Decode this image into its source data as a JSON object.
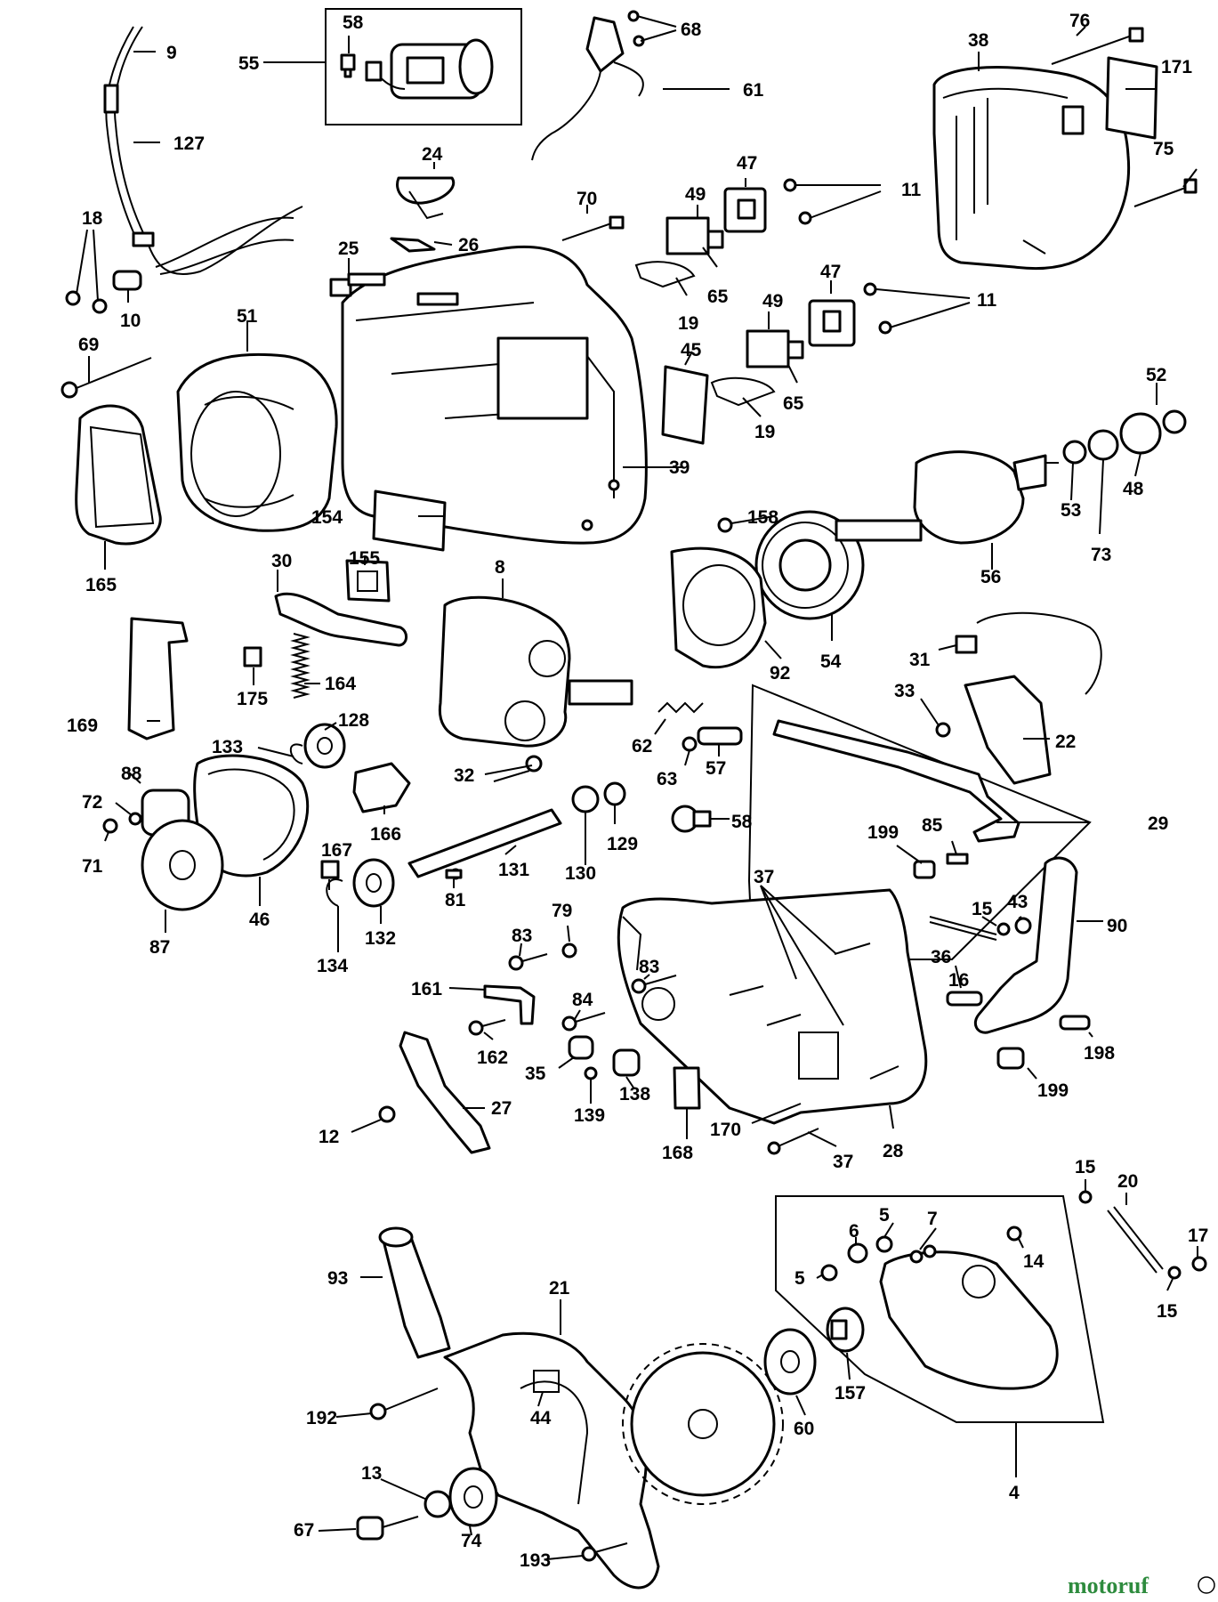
{
  "watermark": {
    "text": "motoruf",
    "color": "#2e8b3e"
  },
  "callouts": {
    "c9": "9",
    "c127": "127",
    "c58a": "58",
    "c55": "55",
    "c68": "68",
    "c61": "61",
    "c76": "76",
    "c38": "38",
    "c171": "171",
    "c75": "75",
    "c24": "24",
    "c47a": "47",
    "c11a": "11",
    "c70": "70",
    "c49a": "49",
    "c18": "18",
    "c10": "10",
    "c25": "25",
    "c26": "26",
    "c65a": "65",
    "c19a": "19",
    "c47b": "47",
    "c11b": "11",
    "c49b": "49",
    "c51": "51",
    "c69": "69",
    "c45": "45",
    "c65b": "65",
    "c19b": "19",
    "c52": "52",
    "c39": "39",
    "c53": "53",
    "c73": "73",
    "c48": "48",
    "c154": "154",
    "c158": "158",
    "c165": "165",
    "c56": "56",
    "c30": "30",
    "c155": "155",
    "c8": "8",
    "c92": "92",
    "c54": "54",
    "c31": "31",
    "c164": "164",
    "c175": "175",
    "c33": "33",
    "c22": "22",
    "c169": "169",
    "c133": "133",
    "c128": "128",
    "c62": "62",
    "c63": "63",
    "c57": "57",
    "c88": "88",
    "c72": "72",
    "c71": "71",
    "c32": "32",
    "c29": "29",
    "c58b": "58",
    "c199a": "199",
    "c85": "85",
    "c166": "166",
    "c167": "167",
    "c131": "131",
    "c130": "130",
    "c129": "129",
    "c81": "81",
    "c87": "87",
    "c46": "46",
    "c132": "132",
    "c134": "134",
    "c37a": "37",
    "c15a": "15",
    "c43": "43",
    "c90": "90",
    "c79": "79",
    "c83a": "83",
    "c83b": "83",
    "c36": "36",
    "c161": "161",
    "c84": "84",
    "c16": "16",
    "c198": "198",
    "c162": "162",
    "c35": "35",
    "c199b": "199",
    "c139": "139",
    "c138": "138",
    "c27": "27",
    "c12": "12",
    "c168": "168",
    "c170": "170",
    "c28": "28",
    "c37b": "37",
    "c15b": "15",
    "c20": "20",
    "c5a": "5",
    "c7": "7",
    "c6": "6",
    "c17": "17",
    "c14": "14",
    "c5b": "5",
    "c15c": "15",
    "c93": "93",
    "c21": "21",
    "c157": "157",
    "c192": "192",
    "c44": "44",
    "c60": "60",
    "c4": "4",
    "c13": "13",
    "c67": "67",
    "c74": "74",
    "c193": "193"
  }
}
